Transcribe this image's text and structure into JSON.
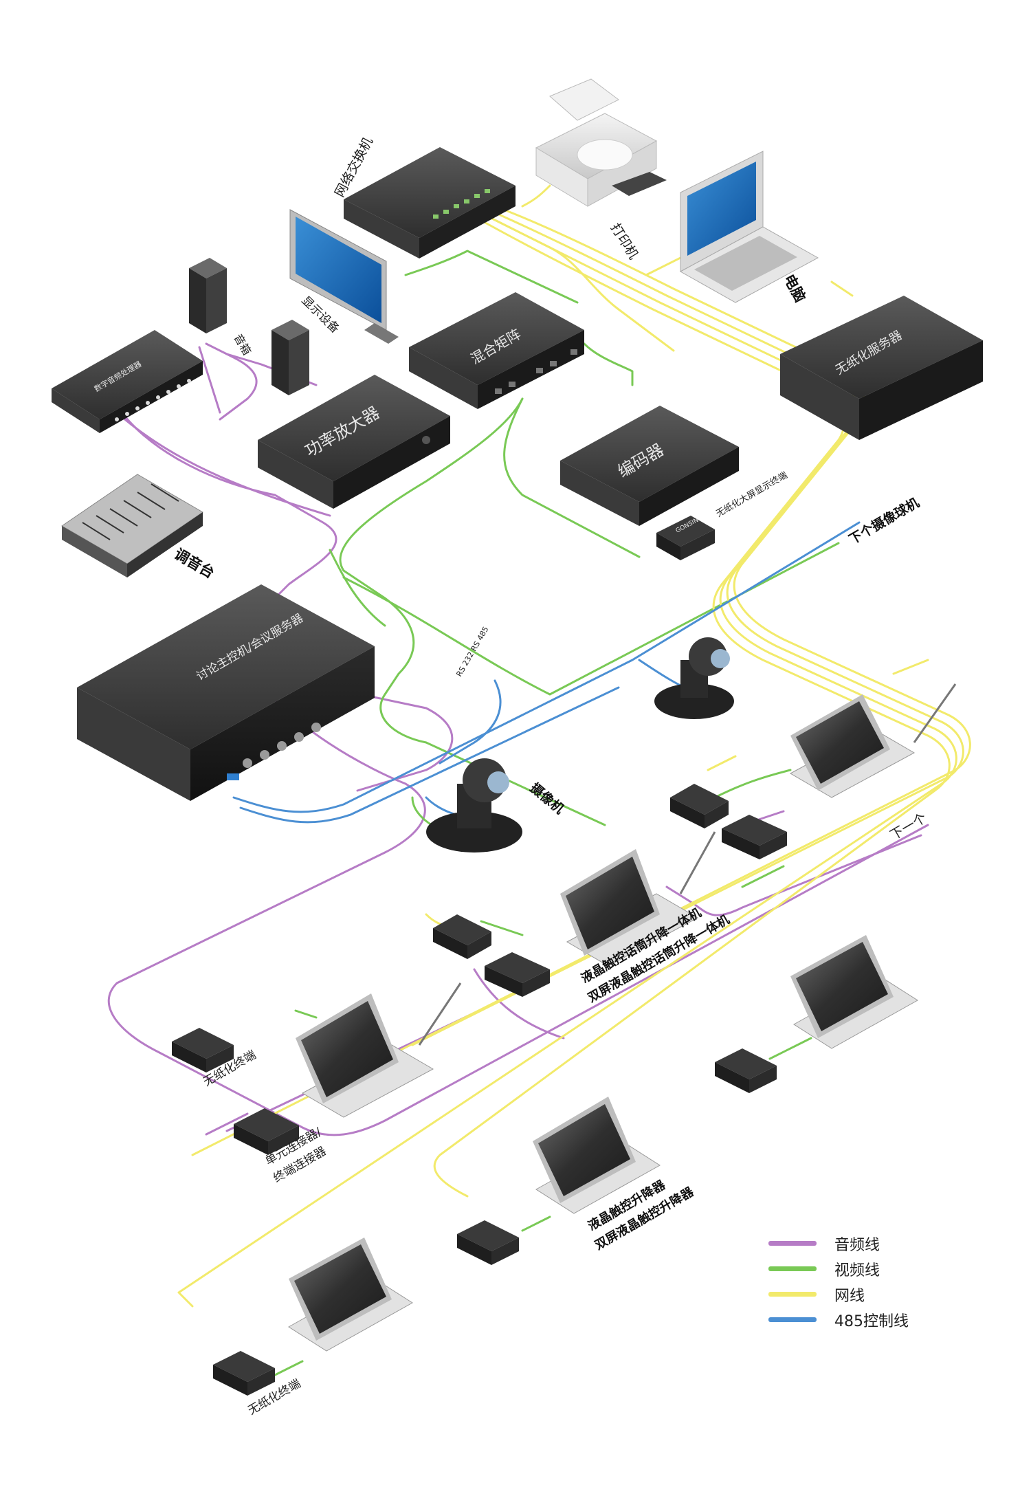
{
  "colors": {
    "audio": "#b67cc6",
    "video": "#79c955",
    "network": "#f2ea6b",
    "control485": "#4b8fd3"
  },
  "labels": {
    "network_switch": "网络交换机",
    "printer": "打印机",
    "computer": "电脑",
    "display_device": "显示设备",
    "speaker": "音箱",
    "audio_processor": "数字音频处理器",
    "hybrid_matrix": "混合矩阵",
    "power_amplifier": "功率放大器",
    "paperless_server": "无纸化服务器",
    "encoder": "编码器",
    "paperless_large_screen_terminal": "无纸化大屏显示终端",
    "mixer": "调音台",
    "next_ptz_camera": "下个摄像球机",
    "main_controller": "讨论主控机/会议服务器",
    "rs_ports": "RS 232 RS 485",
    "camera": "摄像机",
    "next_one": "下一个",
    "lcd_mic_lift_line1": "液晶触控话筒升降一体机",
    "lcd_mic_lift_line2": "双屏液晶触控话筒升降一体机",
    "paperless_terminal": "无纸化终端",
    "unit_connector_line1": "单元连接器/",
    "unit_connector_line2": "终端连接器",
    "lcd_lift_line1": "液晶触控升降器",
    "lcd_lift_line2": "双屏液晶触控升降器",
    "paperless_terminal_2": "无纸化终端",
    "gonsin_brand": "GONSIN"
  },
  "legend": [
    {
      "label": "音频线",
      "color_key": "audio"
    },
    {
      "label": "视频线",
      "color_key": "video"
    },
    {
      "label": "网线",
      "color_key": "network"
    },
    {
      "label": "485控制线",
      "color_key": "control485"
    }
  ]
}
